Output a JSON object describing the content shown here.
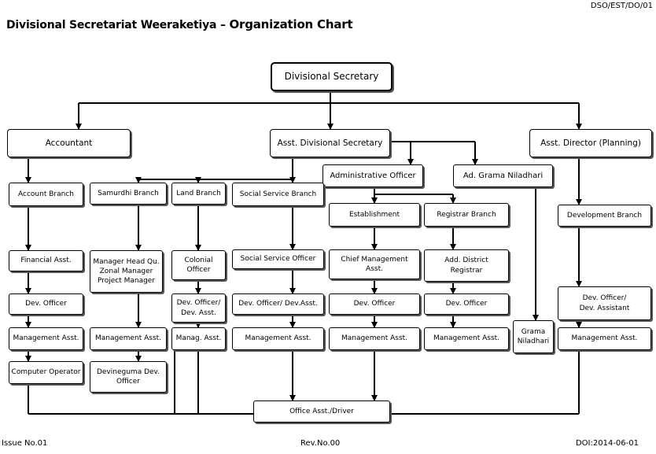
{
  "header": {
    "doc_code": "DSO/EST/DO/01",
    "title_main": "Divisional Secretariat Weeraketiya – ",
    "title_emph": "Organization Chart"
  },
  "footer": {
    "issue": "Issue No.01",
    "rev": "Rev.No.00",
    "doi": "DOI:2014-06-01"
  },
  "nodes": {
    "ds": "Divisional Secretary",
    "accountant": "Accountant",
    "ads": "Asst. Divisional Secretary",
    "adp": "Asst. Director (Planning)",
    "admin_officer": "Administrative Officer",
    "agn": "Ad. Grama Niladhari",
    "account_branch": "Account Branch",
    "samurdhi_branch": "Samurdhi Branch",
    "land_branch": "Land Branch",
    "social_branch": "Social Service Branch",
    "establishment": "Establishment",
    "registrar_branch": "Registrar Branch",
    "development_branch": "Development Branch",
    "financial_asst": "Financial Asst.",
    "manager_hq": "Manager Head Qu.\nZonal Manager\nProject Manager",
    "colonial_officer": "Colonial\nOfficer",
    "social_officer": "Social Service Officer",
    "chief_mgmt": "Chief Management\nAsst.",
    "add_registrar": "Add. District\nRegistrar",
    "dev_officer_acc": "Dev. Officer",
    "dev_officer_land": "Dev. Officer/\nDev. Asst.",
    "dev_officer_social": "Dev. Officer/ Dev.Asst.",
    "dev_officer_est": "Dev. Officer",
    "dev_officer_reg": "Dev. Officer",
    "dev_officer_dev": "Dev. Officer/\nDev. Assistant",
    "mgmt_acc": "Management Asst.",
    "mgmt_sam": "Management Asst.",
    "mgmt_land": "Manag. Asst.",
    "mgmt_social": "Management Asst.",
    "mgmt_est": "Management Asst.",
    "mgmt_reg": "Management Asst.",
    "grama_niladhari": "Grama\nNiladhari",
    "mgmt_dev": "Management Asst.",
    "computer_operator": "Computer Operator",
    "divineguma": "Devineguma Dev.\nOfficer",
    "office_asst": "Office Asst./Driver"
  }
}
